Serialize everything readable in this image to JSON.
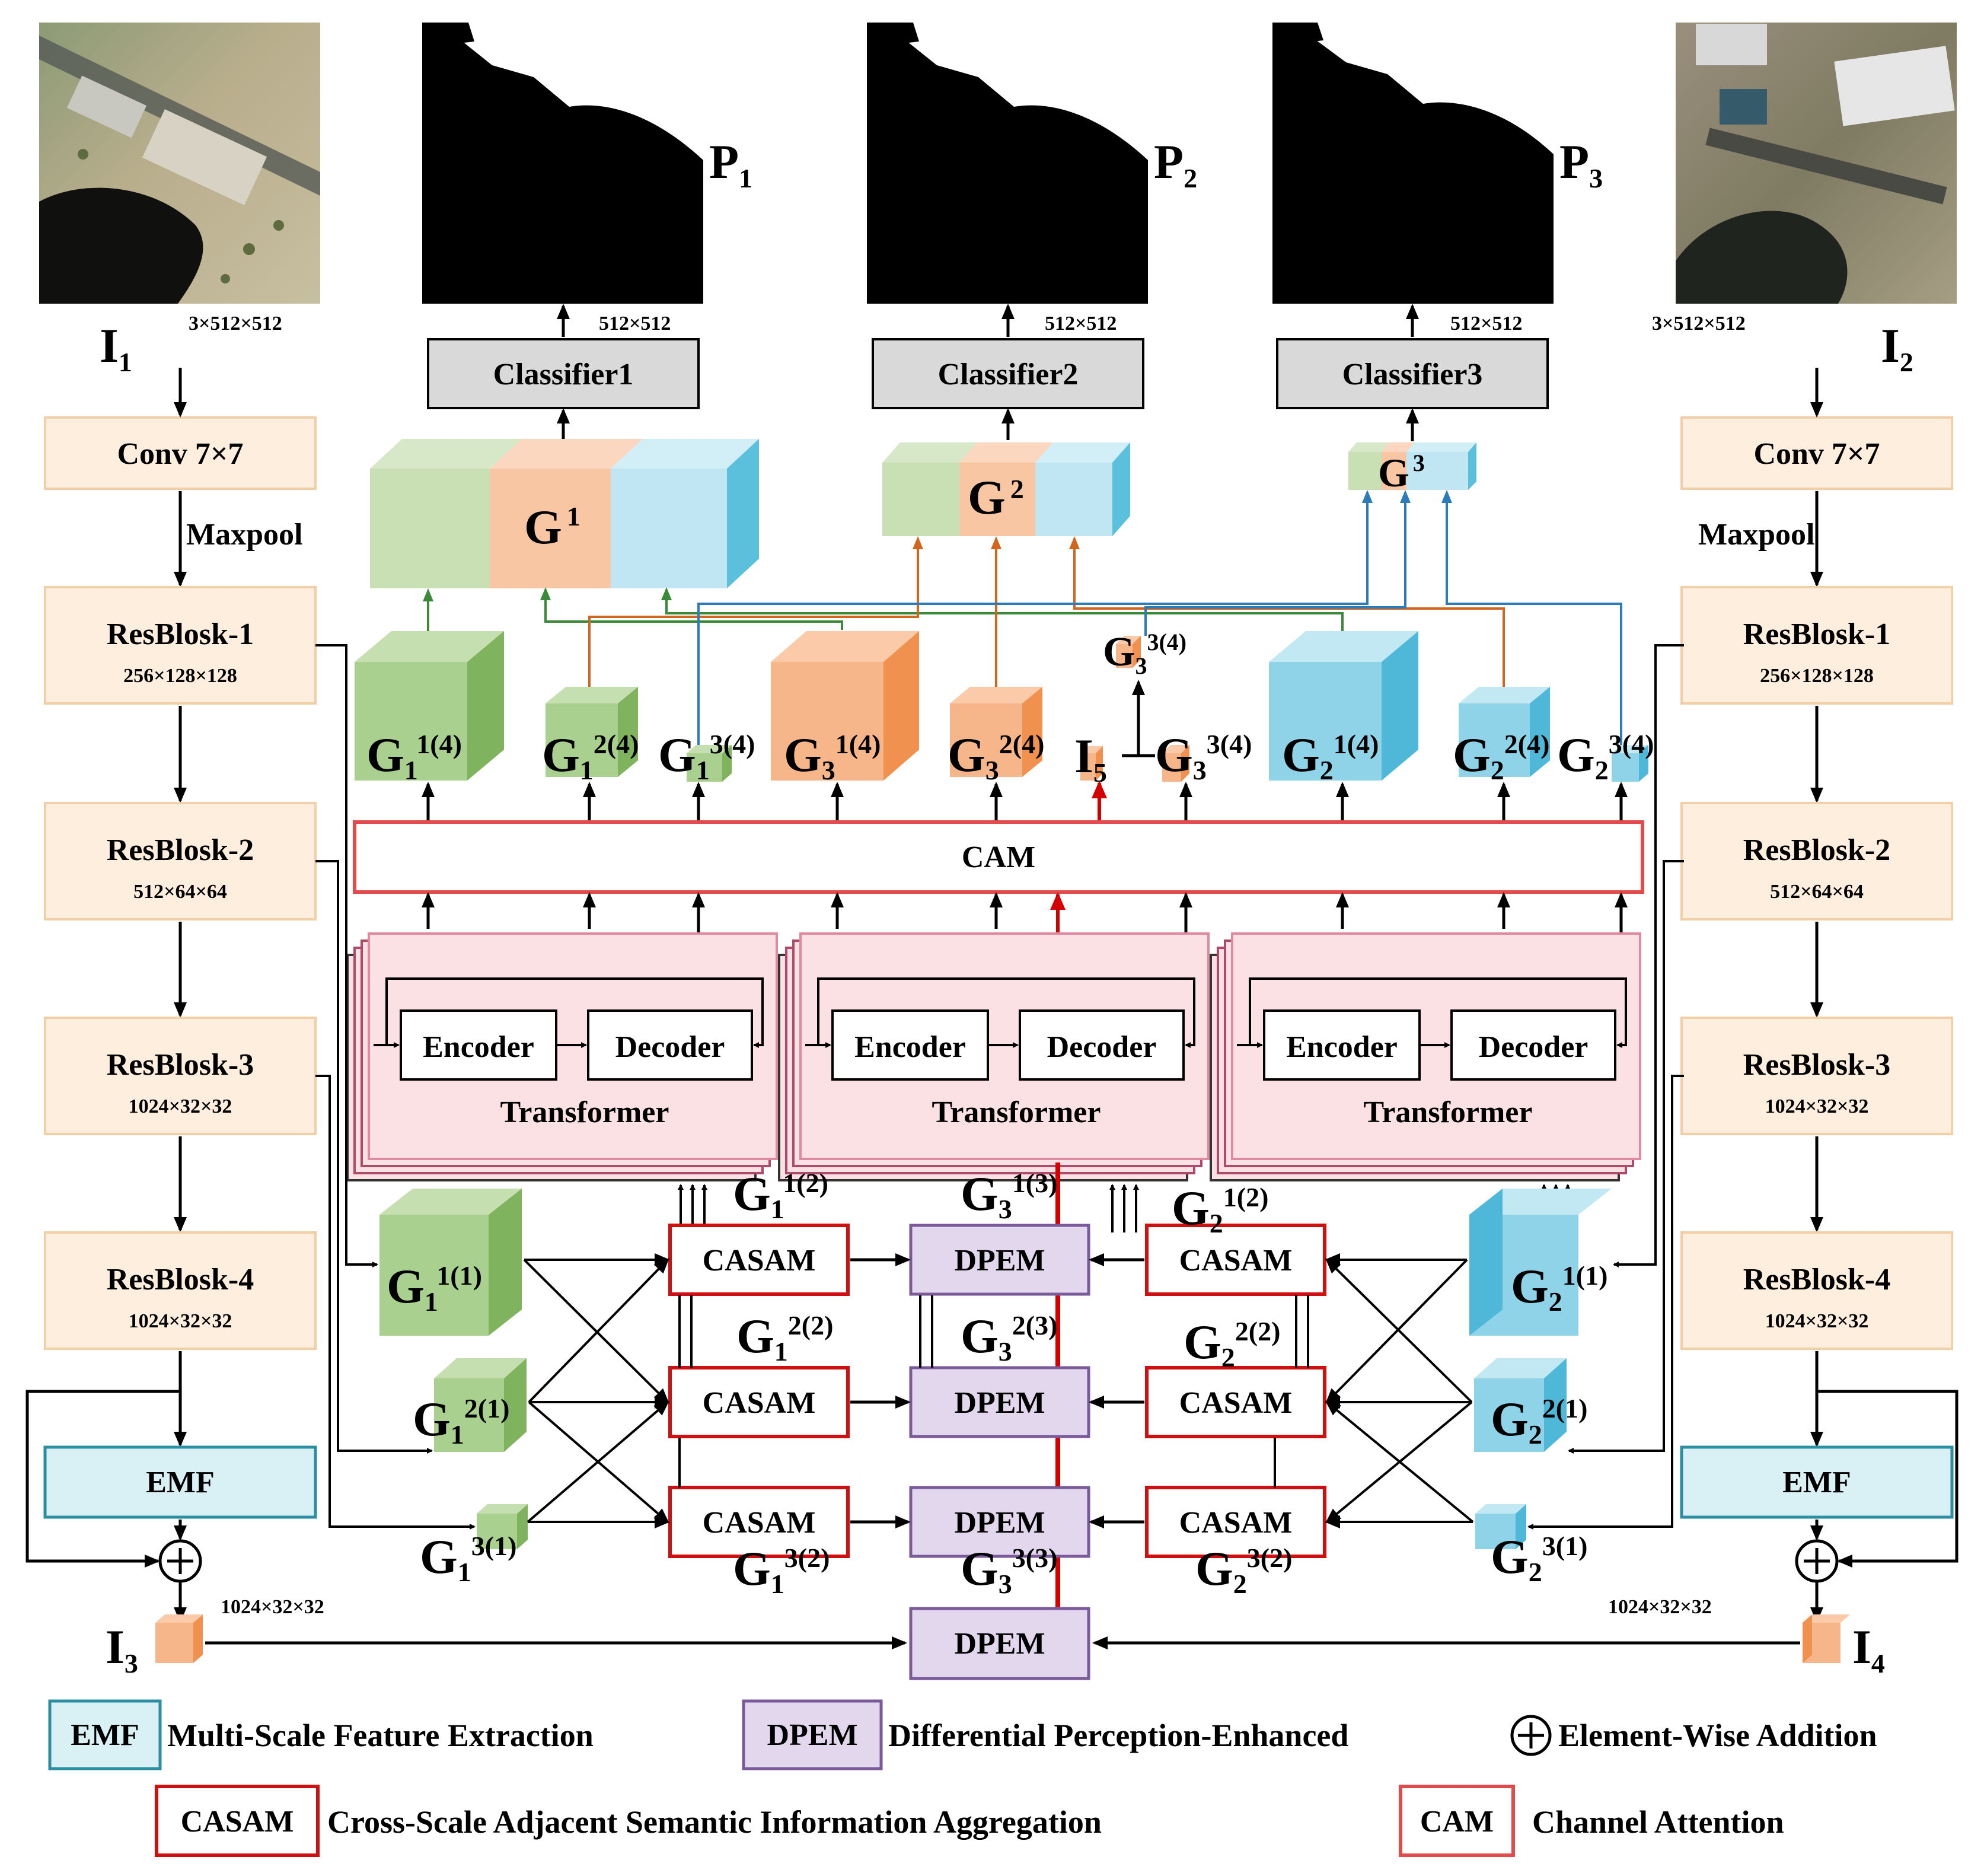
{
  "inputs": {
    "i1": "I",
    "i1_sub": "1",
    "i2": "I",
    "i2_sub": "2",
    "i3": "I",
    "i3_sub": "3",
    "i4": "I",
    "i4_sub": "4",
    "i5": "I",
    "i5_sub": "5",
    "dim_in": "3×512×512",
    "dim_fused": "1024×32×32"
  },
  "outputs": {
    "p1": "P",
    "p1_sub": "1",
    "p2": "P",
    "p2_sub": "2",
    "p3": "P",
    "p3_sub": "3",
    "dim_out": "512×512"
  },
  "backbone": {
    "conv": "Conv 7×7",
    "maxpool": "Maxpool",
    "res1": "ResBlosk-1",
    "res1_dim": "256×128×128",
    "res2": "ResBlosk-2",
    "res2_dim": "512×64×64",
    "res3": "ResBlosk-3",
    "res3_dim": "1024×32×32",
    "res4": "ResBlosk-4",
    "res4_dim": "1024×32×32",
    "emf": "EMF",
    "plus": "+"
  },
  "classifiers": [
    "Classifier1",
    "Classifier2",
    "Classifier3"
  ],
  "modules": {
    "cam": "CAM",
    "casam": "CASAM",
    "dpem": "DPEM",
    "transformer": "Transformer",
    "encoder": "Encoder",
    "decoder": "Decoder"
  },
  "features": {
    "G": "G",
    "sub1": "1",
    "sub2": "2",
    "sub3": "3",
    "s11": "1(1)",
    "s21": "2(1)",
    "s31": "3(1)",
    "s12": "1(2)",
    "s22": "2(2)",
    "s32": "3(2)",
    "s13": "1(3)",
    "s23": "2(3)",
    "s33": "3(3)",
    "s14": "1(4)",
    "s24": "2(4)",
    "s34": "3(4)",
    "fused1": "1",
    "fused2": "2",
    "fused3": "3"
  },
  "legend": {
    "emf_tag": "EMF",
    "emf_text": "Multi-Scale Feature Extraction",
    "dpem_tag": "DPEM",
    "dpem_text": "Differential Perception-Enhanced",
    "plus_text": "Element-Wise Addition",
    "casam_tag": "CASAM",
    "casam_text": "Cross-Scale Adjacent Semantic Information Aggregation",
    "cam_tag": "CAM",
    "cam_text": "Channel Attention"
  },
  "colors": {
    "backbone_fill": "#fdeede",
    "backbone_border": "#f3cfa8",
    "emf_fill": "#d9f0f5",
    "emf_border": "#2b8ea3",
    "classifier_fill": "#d9d9d9",
    "cam_border": "#e24b4b",
    "casam_border": "#d01010",
    "dpem_fill": "#e3d7ee",
    "dpem_border": "#7a5a9a",
    "transformer_fill": "#fbe1e3",
    "green_cube": "#a9d08e",
    "orange_cube": "#f7b58a",
    "blue_cube": "#8fd3e8",
    "red_line": "#d40000",
    "arrow_green": "#3a8a3a",
    "arrow_orange": "#d0661f",
    "arrow_blue": "#2b7cb8"
  }
}
